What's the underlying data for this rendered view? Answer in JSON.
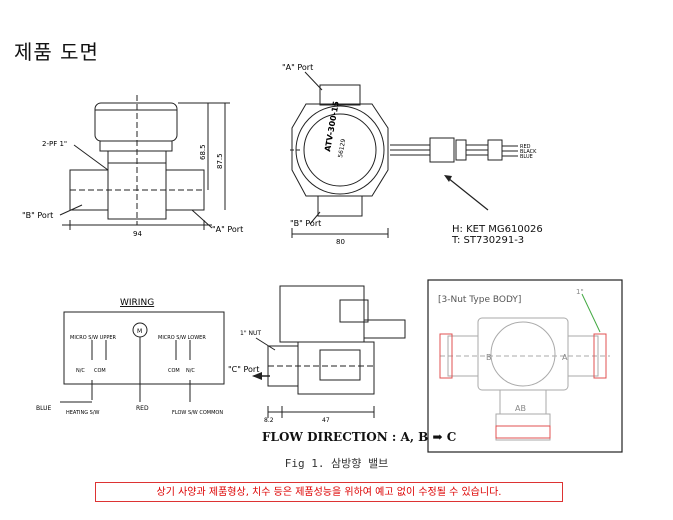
{
  "page_title": "제품 도면",
  "front_view": {
    "label_pf": "2-PF 1\"",
    "label_b_port": "\"B\" Port",
    "label_a_port": "\"A\" Port",
    "dim_width": "94",
    "dim_h1": "68.5",
    "dim_h2": "87.5"
  },
  "top_view": {
    "label_a_port": "\"A\" Port",
    "label_b_port": "\"B\" Port",
    "dim_width": "80",
    "model": "ATV-300-15",
    "part": "56129",
    "wire_labels": [
      "RED",
      "BLACK",
      "BLUE"
    ]
  },
  "connector": {
    "h_line": "H: KET MG610026",
    "t_line": "T: ST730291-3"
  },
  "wiring": {
    "title": "WIRING",
    "upper": "MICRO S/W UPPER",
    "lower": "MICRO S/W LOWER",
    "motor": "M",
    "nc_left": "N/C",
    "com_left": "COM",
    "com_right": "COM",
    "nc_right": "N/C",
    "blue": "BLUE",
    "red": "RED",
    "heating": "HEATING S/W",
    "flow": "FLOW S/W COMMON"
  },
  "side_view": {
    "nut_label": "1\" NUT",
    "c_port": "\"C\" Port",
    "dim_a": "8.2",
    "dim_b": "47"
  },
  "flow_direction": "FLOW DIRECTION : A, B ➡ C",
  "nut_type": {
    "title": "[3-Nut Type BODY]",
    "label_a": "A",
    "label_b": "B",
    "label_ab": "AB",
    "label_1in": "1\""
  },
  "caption": "Fig 1. 삼방향 밸브",
  "notice": "상기 사양과 제품형상, 치수 등은 제품성능을 위하여 예고 없이 수정될 수 있습니다."
}
